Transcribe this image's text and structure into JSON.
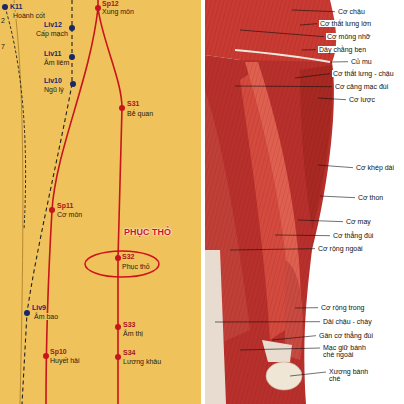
{
  "diagram": {
    "nodes": [
      {
        "text": [
          "PHỤC THỎ",
          "S32",
          "Phục thỏ"
        ]
      }
    ],
    "labels": [
      "K11",
      "Hoành cốt",
      "2",
      "7",
      "Sp12",
      "Xung môn",
      "Liv12",
      "Cấp mạch",
      "Liv11",
      "Âm liêm",
      "Liv10",
      "Ngũ lý",
      "S31",
      "Bễ quan",
      "Sp11",
      "Cơ môn",
      "Liv9",
      "Âm bao",
      "S33",
      "Âm thị",
      "Sp10",
      "Huyết hải",
      "S34",
      "Lương khâu",
      "Cơ chậu",
      "Cơ thắt lưng lớn",
      "Cơ mông nhỡ",
      "Dây chằng bẹn",
      "Củ mu",
      "Cơ thắt lưng - chậu",
      "Cơ căng mạc đùi",
      "Cơ lược",
      "Cơ khép dài",
      "Cơ thon",
      "Cơ may",
      "Cơ thẳng đùi",
      "Cơ rộng ngoài",
      "Cơ rộng trong",
      "Dải chậu - chày",
      "Gân cơ thẳng đùi",
      "Mạc giữ bánh chè ngoài",
      "Xương bánh chè"
    ]
  }
}
